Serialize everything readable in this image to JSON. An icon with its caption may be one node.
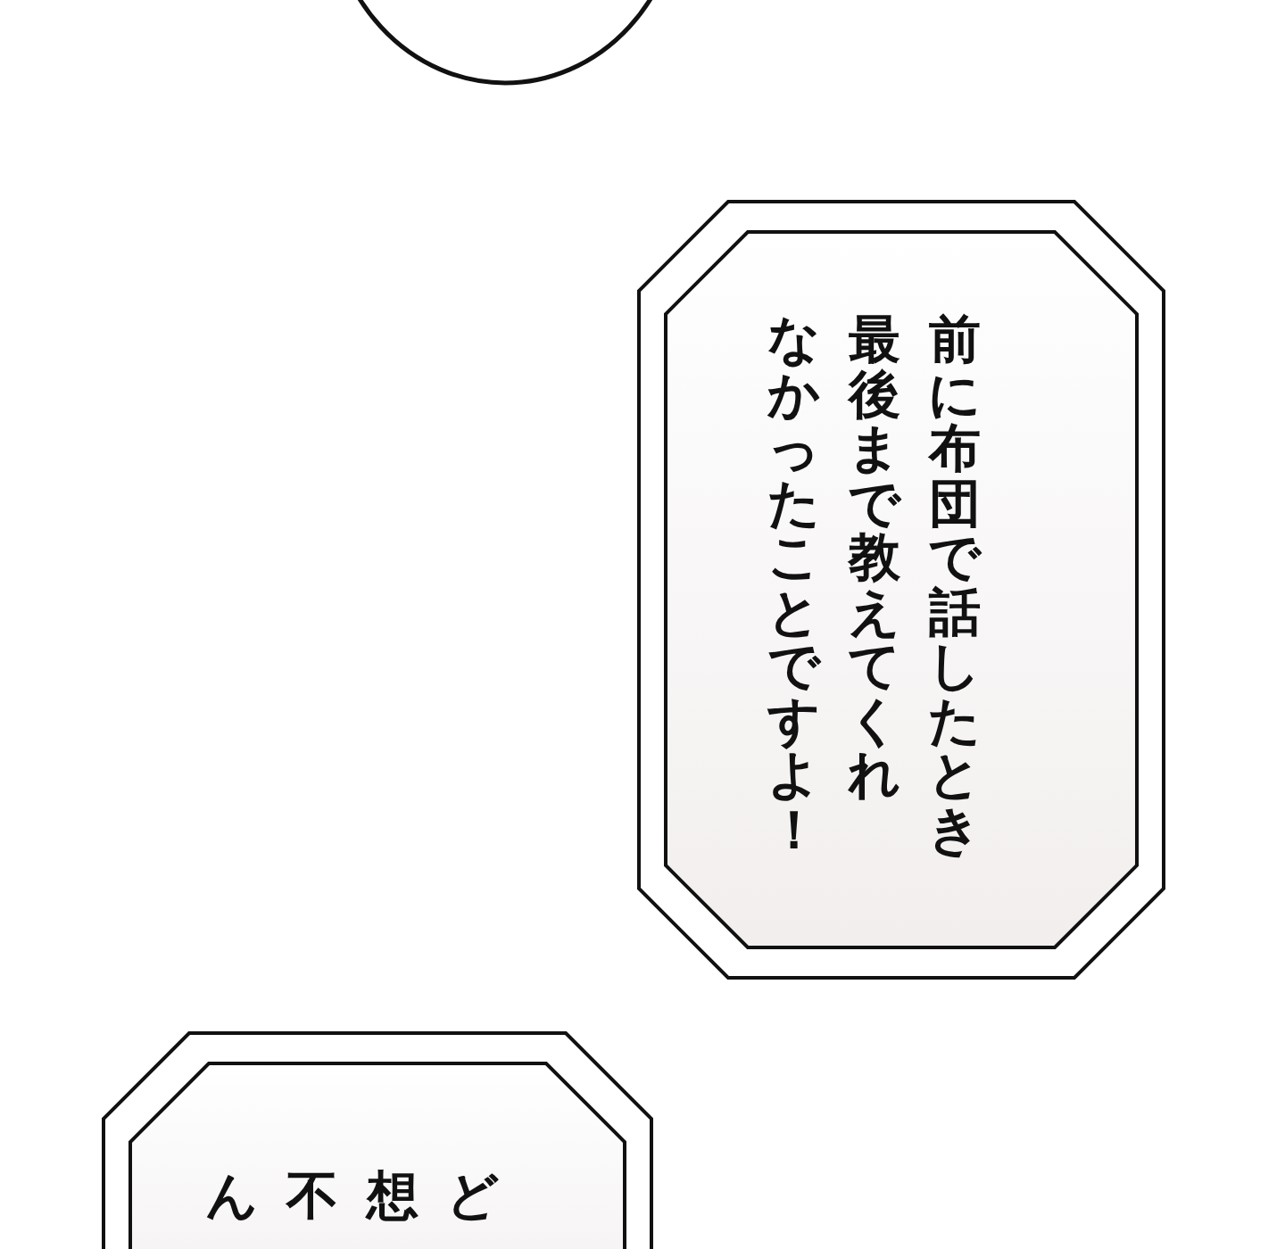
{
  "diagram": {
    "nodes": [
      {
        "text": [],
        "shape": "ellipse"
      },
      {
        "text": [
          "前に布団で話したとき最後まで教えてくれなかったことですよ！"
        ]
      },
      {
        "text": [
          "ど",
          "想",
          "不",
          "ん"
        ]
      }
    ]
  }
}
